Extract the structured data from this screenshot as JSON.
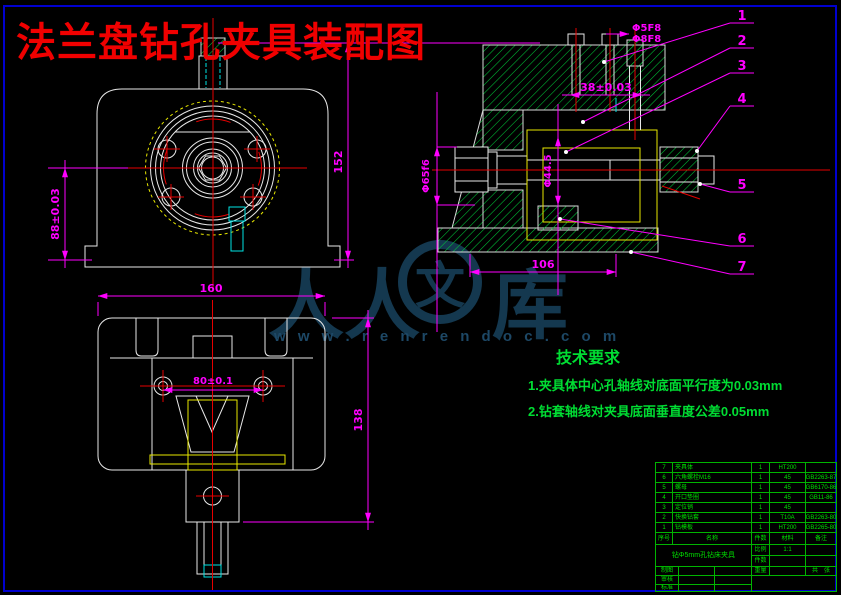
{
  "page": {
    "title": "法兰盘钻孔夹具装配图"
  },
  "watermark": {
    "logo_left": "人人",
    "logo_mid": "文",
    "logo_right": "库",
    "url": "w w w . r e n r e n d o c . c o m"
  },
  "tech": {
    "heading": "技术要求",
    "line1": "1.夹具体中心孔轴线对底面平行度为0.03mm",
    "line2": "2.钻套轴线对夹具底面垂直度公差0.05mm"
  },
  "dims": {
    "front_axis_height": "88±0.03",
    "front_total_height": "152",
    "bottom_width": "160",
    "bottom_hole_span": "80±0.1",
    "bottom_depth": "138",
    "sec_offset": "38±0.03",
    "sec_bushing_a": "Φ5F8",
    "sec_bushing_b": "Φ8F8",
    "sec_bore": "Φ65f6",
    "sec_boss": "Φ44.5",
    "sec_base_len": "106"
  },
  "balloons": {
    "b1": "1",
    "b2": "2",
    "b3": "3",
    "b4": "4",
    "b5": "5",
    "b6": "6",
    "b7": "7"
  },
  "title_block": {
    "headers": {
      "no": "序号",
      "name": "名称",
      "qty": "件数",
      "mat": "材料",
      "rem": "备注"
    },
    "rows": [
      {
        "no": "7",
        "name": "夹具体",
        "qty": "1",
        "mat": "HT200",
        "rem": ""
      },
      {
        "no": "6",
        "name": "六角螺栓M16",
        "qty": "1",
        "mat": "45",
        "rem": "GB2263-87"
      },
      {
        "no": "5",
        "name": "螺母",
        "qty": "1",
        "mat": "45",
        "rem": "GB6170-86"
      },
      {
        "no": "4",
        "name": "开口垫圈",
        "qty": "1",
        "mat": "45",
        "rem": "GB11-86"
      },
      {
        "no": "3",
        "name": "定位销",
        "qty": "1",
        "mat": "45",
        "rem": ""
      },
      {
        "no": "2",
        "name": "快换钻套",
        "qty": "1",
        "mat": "T10A",
        "rem": "GB2263-80"
      },
      {
        "no": "1",
        "name": "钻模板",
        "qty": "1",
        "mat": "HT200",
        "rem": "GB2265-80"
      }
    ],
    "product": "钻Φ5mm孔钻床夹具",
    "scale_label": "比例",
    "scale_value": "1:1",
    "qty_label": "件数",
    "weight_label": "重量",
    "sheet_label": "共　张",
    "sig_draw": "制图",
    "sig_check": "审核",
    "sig_std": "标准"
  }
}
